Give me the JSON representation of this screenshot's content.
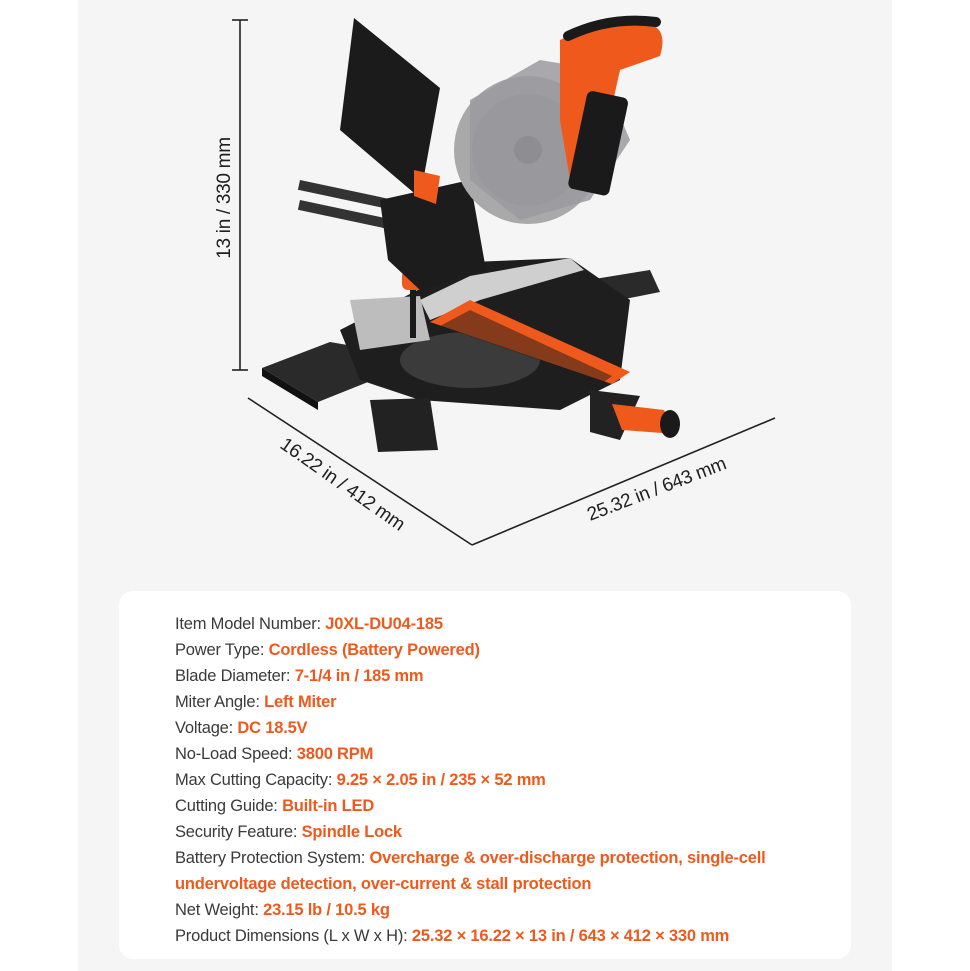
{
  "colors": {
    "accent": "#ef5a1c",
    "label_text": "#3a3a3a",
    "background": "#f5f5f5",
    "tool_body": "#1e1e1e"
  },
  "dimensions": {
    "height": "13 in / 330 mm",
    "width": "16.22 in / 412 mm",
    "length": "25.32 in / 643 mm"
  },
  "specs": [
    {
      "label": "Item Model Number: ",
      "value": "J0XL-DU04-185"
    },
    {
      "label": "Power Type: ",
      "value": "Cordless (Battery Powered)"
    },
    {
      "label": "Blade Diameter: ",
      "value": "7-1/4 in / 185 mm"
    },
    {
      "label": "Miter Angle: ",
      "value": "Left Miter"
    },
    {
      "label": "Voltage:  ",
      "value": "DC 18.5V"
    },
    {
      "label": "No-Load Speed: ",
      "value": "3800 RPM"
    },
    {
      "label": "Max Cutting Capacity: ",
      "value": "9.25 × 2.05 in / 235 × 52 mm"
    },
    {
      "label": "Cutting Guide:  ",
      "value": "Built-in LED"
    },
    {
      "label": "Security Feature:  ",
      "value": "Spindle Lock"
    },
    {
      "label": "Battery Protection System:   ",
      "value": "Overcharge & over-discharge protection, single-cell undervoltage detection, over-current & stall protection"
    },
    {
      "label": "Net Weight:   ",
      "value": "23.15 lb / 10.5 kg"
    },
    {
      "label": "Product Dimensions (L x W x H):   ",
      "value": "25.32 × 16.22 × 13 in / 643 × 412 × 330 mm"
    }
  ]
}
